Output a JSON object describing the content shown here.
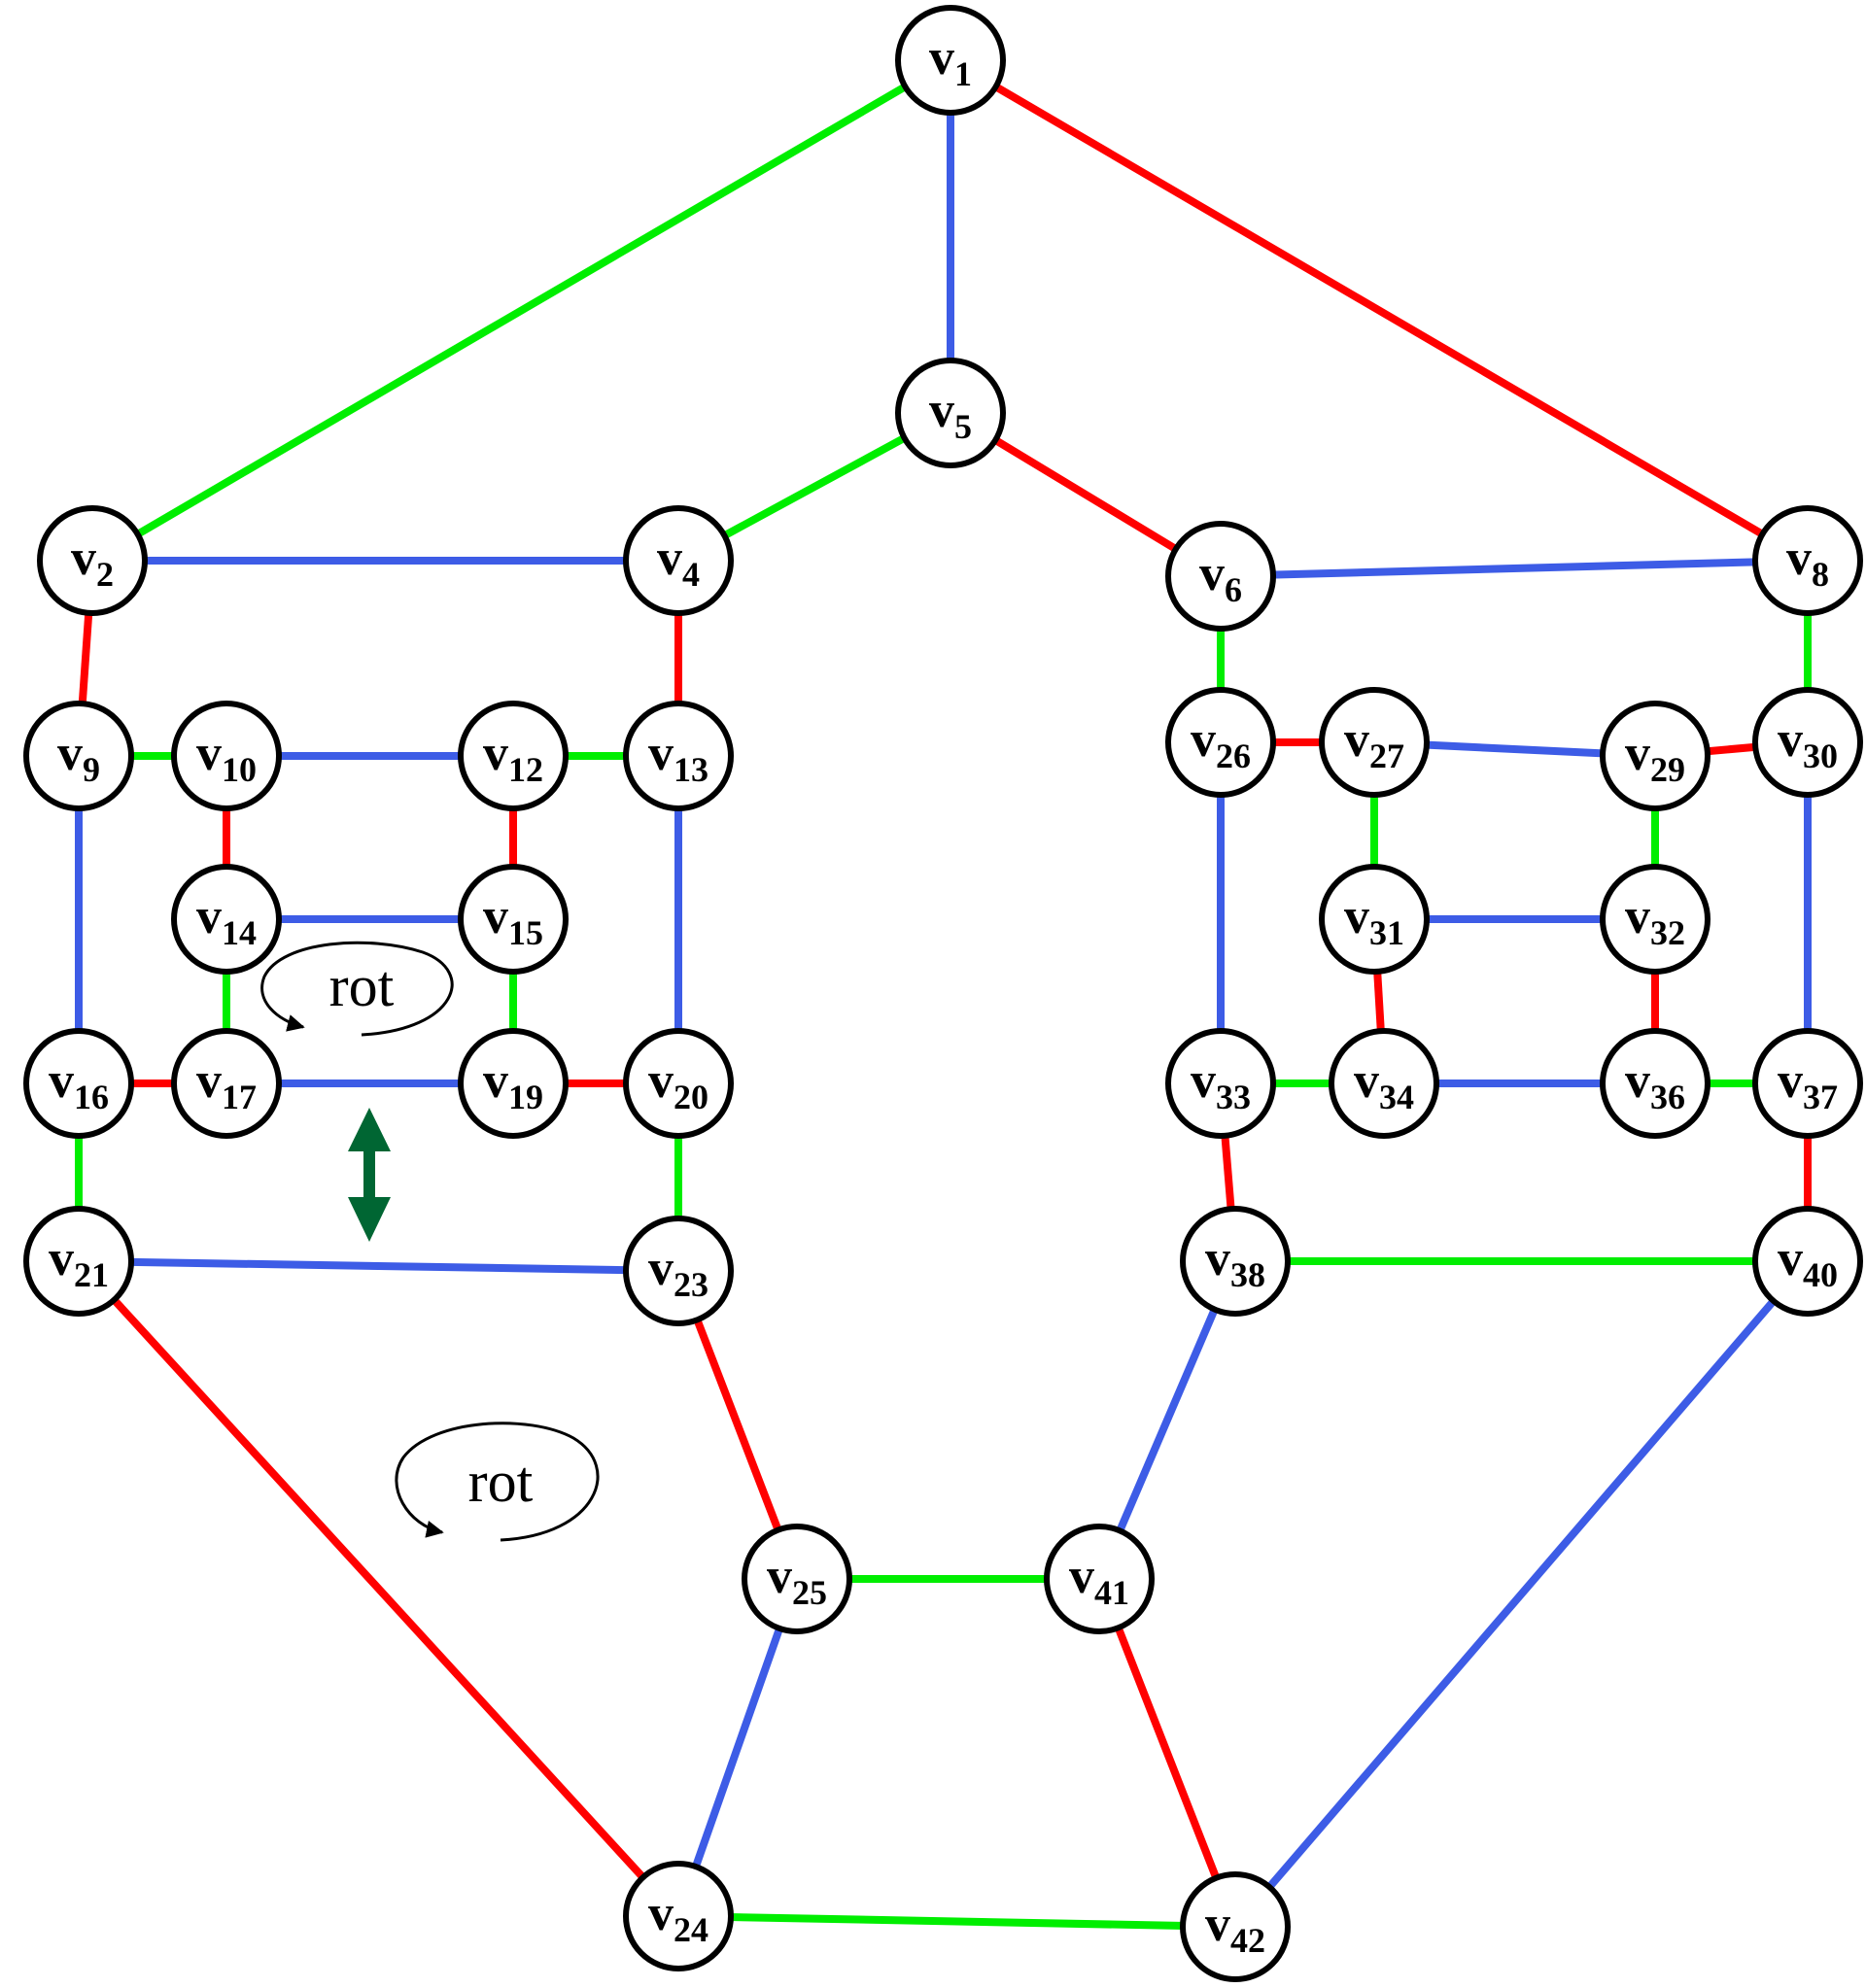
{
  "colors": {
    "red": "#ff0000",
    "green": "#00ee00",
    "blue": "#3d5ce6",
    "arrow": "#006633"
  },
  "vertex_prefix": "v",
  "nodes": [
    {
      "id": "1"
    },
    {
      "id": "2"
    },
    {
      "id": "4"
    },
    {
      "id": "5"
    },
    {
      "id": "6"
    },
    {
      "id": "8"
    },
    {
      "id": "9"
    },
    {
      "id": "10"
    },
    {
      "id": "12"
    },
    {
      "id": "13"
    },
    {
      "id": "14"
    },
    {
      "id": "15"
    },
    {
      "id": "16"
    },
    {
      "id": "17"
    },
    {
      "id": "19"
    },
    {
      "id": "20"
    },
    {
      "id": "21"
    },
    {
      "id": "23"
    },
    {
      "id": "24"
    },
    {
      "id": "25"
    },
    {
      "id": "26"
    },
    {
      "id": "27"
    },
    {
      "id": "29"
    },
    {
      "id": "30"
    },
    {
      "id": "31"
    },
    {
      "id": "32"
    },
    {
      "id": "33"
    },
    {
      "id": "34"
    },
    {
      "id": "36"
    },
    {
      "id": "37"
    },
    {
      "id": "38"
    },
    {
      "id": "40"
    },
    {
      "id": "41"
    },
    {
      "id": "42"
    }
  ],
  "edges": [
    {
      "from": "1",
      "to": "2",
      "color": "green"
    },
    {
      "from": "1",
      "to": "5",
      "color": "blue"
    },
    {
      "from": "1",
      "to": "8",
      "color": "red"
    },
    {
      "from": "5",
      "to": "4",
      "color": "green"
    },
    {
      "from": "5",
      "to": "6",
      "color": "red"
    },
    {
      "from": "2",
      "to": "4",
      "color": "blue"
    },
    {
      "from": "6",
      "to": "8",
      "color": "blue"
    },
    {
      "from": "2",
      "to": "9",
      "color": "red"
    },
    {
      "from": "4",
      "to": "13",
      "color": "red"
    },
    {
      "from": "6",
      "to": "26",
      "color": "green"
    },
    {
      "from": "8",
      "to": "30",
      "color": "green"
    },
    {
      "from": "9",
      "to": "10",
      "color": "green"
    },
    {
      "from": "10",
      "to": "12",
      "color": "blue"
    },
    {
      "from": "12",
      "to": "13",
      "color": "green"
    },
    {
      "from": "10",
      "to": "14",
      "color": "red"
    },
    {
      "from": "12",
      "to": "15",
      "color": "red"
    },
    {
      "from": "14",
      "to": "15",
      "color": "blue"
    },
    {
      "from": "14",
      "to": "17",
      "color": "green"
    },
    {
      "from": "15",
      "to": "19",
      "color": "green"
    },
    {
      "from": "9",
      "to": "16",
      "color": "blue"
    },
    {
      "from": "13",
      "to": "20",
      "color": "blue"
    },
    {
      "from": "16",
      "to": "17",
      "color": "red"
    },
    {
      "from": "17",
      "to": "19",
      "color": "blue"
    },
    {
      "from": "19",
      "to": "20",
      "color": "red"
    },
    {
      "from": "16",
      "to": "21",
      "color": "green"
    },
    {
      "from": "20",
      "to": "23",
      "color": "green"
    },
    {
      "from": "21",
      "to": "23",
      "color": "blue"
    },
    {
      "from": "21",
      "to": "24",
      "color": "red"
    },
    {
      "from": "23",
      "to": "25",
      "color": "red"
    },
    {
      "from": "25",
      "to": "24",
      "color": "blue"
    },
    {
      "from": "25",
      "to": "41",
      "color": "green"
    },
    {
      "from": "24",
      "to": "42",
      "color": "green"
    },
    {
      "from": "26",
      "to": "27",
      "color": "red"
    },
    {
      "from": "27",
      "to": "29",
      "color": "blue"
    },
    {
      "from": "29",
      "to": "30",
      "color": "red"
    },
    {
      "from": "27",
      "to": "31",
      "color": "green"
    },
    {
      "from": "29",
      "to": "32",
      "color": "green"
    },
    {
      "from": "31",
      "to": "32",
      "color": "blue"
    },
    {
      "from": "31",
      "to": "34",
      "color": "red"
    },
    {
      "from": "32",
      "to": "36",
      "color": "red"
    },
    {
      "from": "26",
      "to": "33",
      "color": "blue"
    },
    {
      "from": "30",
      "to": "37",
      "color": "blue"
    },
    {
      "from": "33",
      "to": "34",
      "color": "green"
    },
    {
      "from": "34",
      "to": "36",
      "color": "blue"
    },
    {
      "from": "36",
      "to": "37",
      "color": "green"
    },
    {
      "from": "33",
      "to": "38",
      "color": "red"
    },
    {
      "from": "37",
      "to": "40",
      "color": "red"
    },
    {
      "from": "38",
      "to": "40",
      "color": "green"
    },
    {
      "from": "38",
      "to": "41",
      "color": "blue"
    },
    {
      "from": "40",
      "to": "42",
      "color": "blue"
    },
    {
      "from": "41",
      "to": "42",
      "color": "red"
    }
  ],
  "annotations": {
    "rot_upper": "rot",
    "rot_lower": "rot"
  }
}
